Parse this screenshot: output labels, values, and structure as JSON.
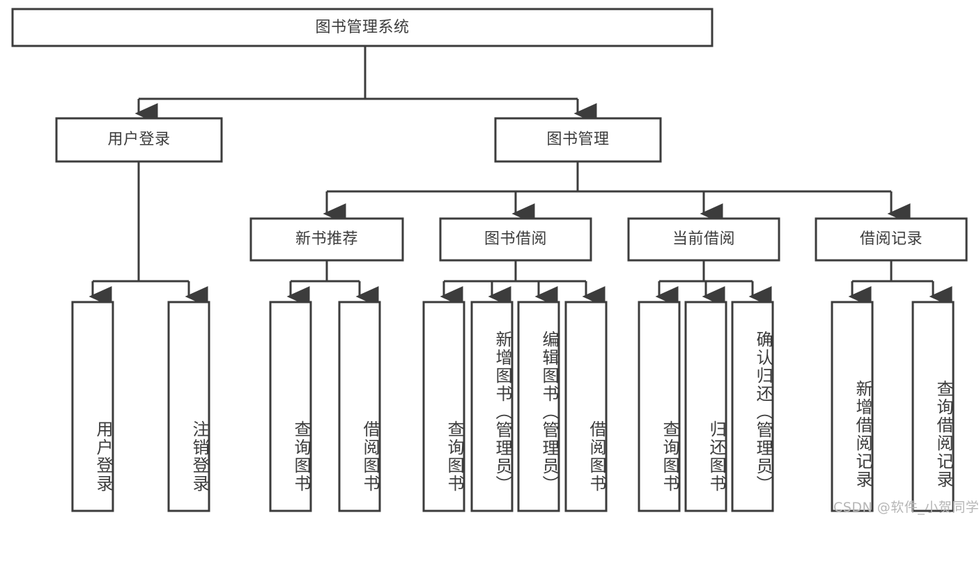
{
  "diagram": {
    "type": "hierarchy-tree",
    "title": "图书管理系统",
    "orientation": "top-down",
    "levels": 4,
    "root": {
      "id": "root",
      "label": "图书管理系统",
      "text_direction": "horizontal"
    },
    "level2": [
      {
        "id": "user-login",
        "label": "用户登录",
        "text_direction": "horizontal"
      },
      {
        "id": "book-management",
        "label": "图书管理",
        "text_direction": "horizontal"
      }
    ],
    "level3": [
      {
        "id": "new-book-recommend",
        "label": "新书推荐",
        "parent": "book-management",
        "text_direction": "horizontal"
      },
      {
        "id": "book-borrow",
        "label": "图书借阅",
        "parent": "book-management",
        "text_direction": "horizontal"
      },
      {
        "id": "current-borrow",
        "label": "当前借阅",
        "parent": "book-management",
        "text_direction": "horizontal"
      },
      {
        "id": "borrow-record",
        "label": "借阅记录",
        "parent": "book-management",
        "text_direction": "horizontal"
      }
    ],
    "leaves": [
      {
        "id": "leaf-user-login",
        "label": "用户登录",
        "parent": "user-login",
        "text_direction": "vertical"
      },
      {
        "id": "leaf-logout",
        "label": "注销登录",
        "parent": "user-login",
        "text_direction": "vertical"
      },
      {
        "id": "leaf-query-book-1",
        "label": "查询图书",
        "parent": "new-book-recommend",
        "text_direction": "vertical"
      },
      {
        "id": "leaf-borrow-book-1",
        "label": "借阅图书",
        "parent": "new-book-recommend",
        "text_direction": "vertical"
      },
      {
        "id": "leaf-query-book-2",
        "label": "查询图书",
        "parent": "book-borrow",
        "text_direction": "vertical"
      },
      {
        "id": "leaf-add-book",
        "label": "新增图书（管理员）",
        "parent": "book-borrow",
        "text_direction": "vertical"
      },
      {
        "id": "leaf-edit-book",
        "label": "编辑图书（管理员）",
        "parent": "book-borrow",
        "text_direction": "vertical"
      },
      {
        "id": "leaf-borrow-book-2",
        "label": "借阅图书",
        "parent": "book-borrow",
        "text_direction": "vertical"
      },
      {
        "id": "leaf-query-book-3",
        "label": "查询图书",
        "parent": "current-borrow",
        "text_direction": "vertical"
      },
      {
        "id": "leaf-return-book",
        "label": "归还图书",
        "parent": "current-borrow",
        "text_direction": "vertical"
      },
      {
        "id": "leaf-confirm-return",
        "label": "确认归还（管理员）",
        "parent": "current-borrow",
        "text_direction": "vertical"
      },
      {
        "id": "leaf-add-record",
        "label": "新增借阅记录",
        "parent": "borrow-record",
        "text_direction": "vertical"
      },
      {
        "id": "leaf-query-record",
        "label": "查询借阅记录",
        "parent": "borrow-record",
        "text_direction": "vertical"
      }
    ]
  },
  "watermark": {
    "text": "CSDN @软件_小贺同学"
  },
  "colors": {
    "stroke": "#3c3c3c",
    "fill": "#ffffff",
    "text": "#3c3c3c",
    "watermark": "#b6b6b6",
    "background": "#ffffff"
  }
}
